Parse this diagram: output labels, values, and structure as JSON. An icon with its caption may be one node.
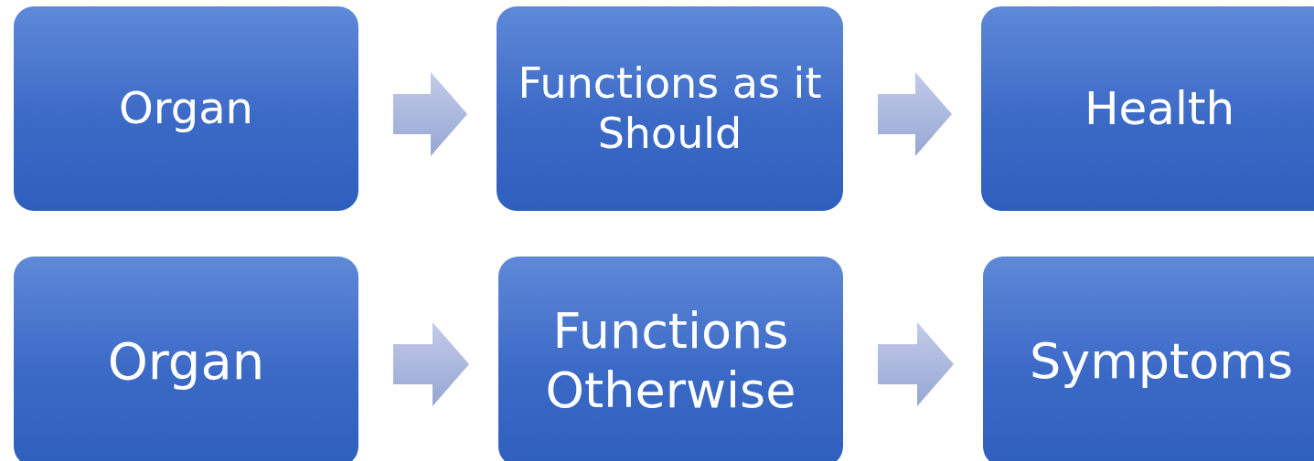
{
  "diagram": {
    "nodes": [
      {
        "text": [
          "Organ"
        ]
      },
      {
        "text": [
          "Functions as it Should"
        ]
      },
      {
        "text": [
          "Health"
        ]
      },
      {
        "text": [
          "Organ"
        ]
      },
      {
        "text": [
          "Functions Otherwise"
        ]
      },
      {
        "text": [
          "Symptoms"
        ]
      }
    ],
    "edges": [
      {
        "from": 0,
        "to": 1,
        "arrow": "to"
      },
      {
        "from": 1,
        "to": 2,
        "arrow": "to"
      },
      {
        "from": 3,
        "to": 4,
        "arrow": "to"
      },
      {
        "from": 4,
        "to": 5,
        "arrow": "to"
      }
    ]
  }
}
